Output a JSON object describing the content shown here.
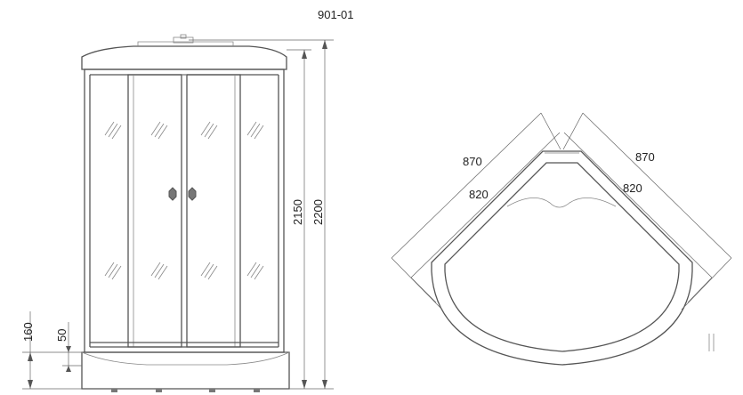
{
  "model": "901-01",
  "front_view": {
    "height_total": "2200",
    "height_cabin": "2150",
    "tray_height": "160",
    "tray_offset": "50"
  },
  "top_view": {
    "outer_left": "870",
    "outer_right": "870",
    "inner_left": "820",
    "inner_right": "820"
  }
}
